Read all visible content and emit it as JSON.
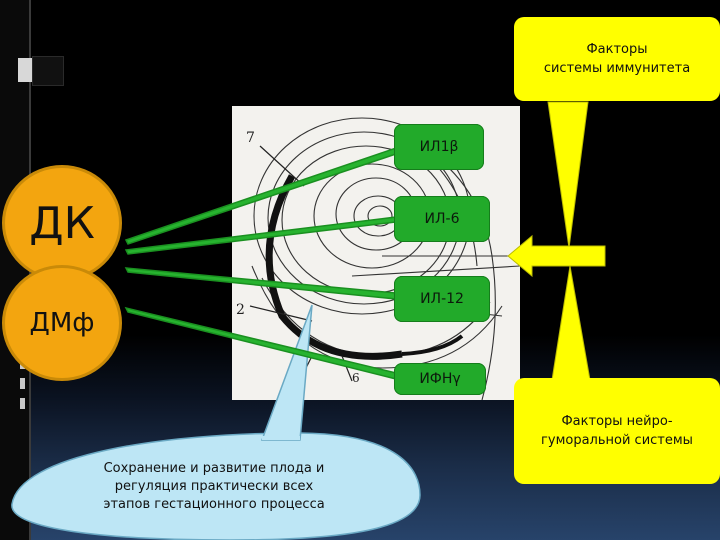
{
  "immune_factors": {
    "line1": "Факторы",
    "line2": "системы иммунитета"
  },
  "neuro_factors": {
    "line1": "Факторы нейро-",
    "line2": "гуморальной системы"
  },
  "cells": {
    "dk": "ДК",
    "dmf": "ДМф"
  },
  "cytokines": [
    "ИЛ1β",
    "ИЛ-6",
    "ИЛ-12",
    "ИФНγ"
  ],
  "callout": {
    "line1": "Сохранение и развитие плода и",
    "line2": "регуляция практически всех",
    "line3": "этапов гестационного процесса"
  },
  "diagram_labels": {
    "l7": "7",
    "l2": "2",
    "l6": "6"
  },
  "colors": {
    "yellow": "#ffff00",
    "green": "#22aa2a",
    "orange": "#f3a50f",
    "callout": "#bde6f5"
  }
}
